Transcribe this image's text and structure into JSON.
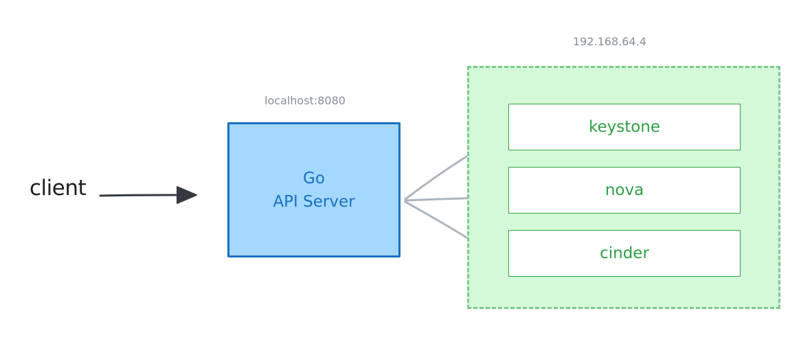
{
  "client": {
    "label": "client"
  },
  "server": {
    "host": "localhost:8080",
    "line1": "Go",
    "line2": "API Server"
  },
  "cluster": {
    "host": "192.168.64.4",
    "services": [
      "keystone",
      "nova",
      "cinder"
    ]
  },
  "colors": {
    "server_fill": "#a5d8ff",
    "server_stroke": "#1971c2",
    "cluster_fill": "#d3f9d8",
    "cluster_stroke": "#7fc78f",
    "service_text": "#2f9e44",
    "host_label": "#868e96",
    "client_arrow": "#343a40",
    "service_arrow": "#adb5bd"
  }
}
